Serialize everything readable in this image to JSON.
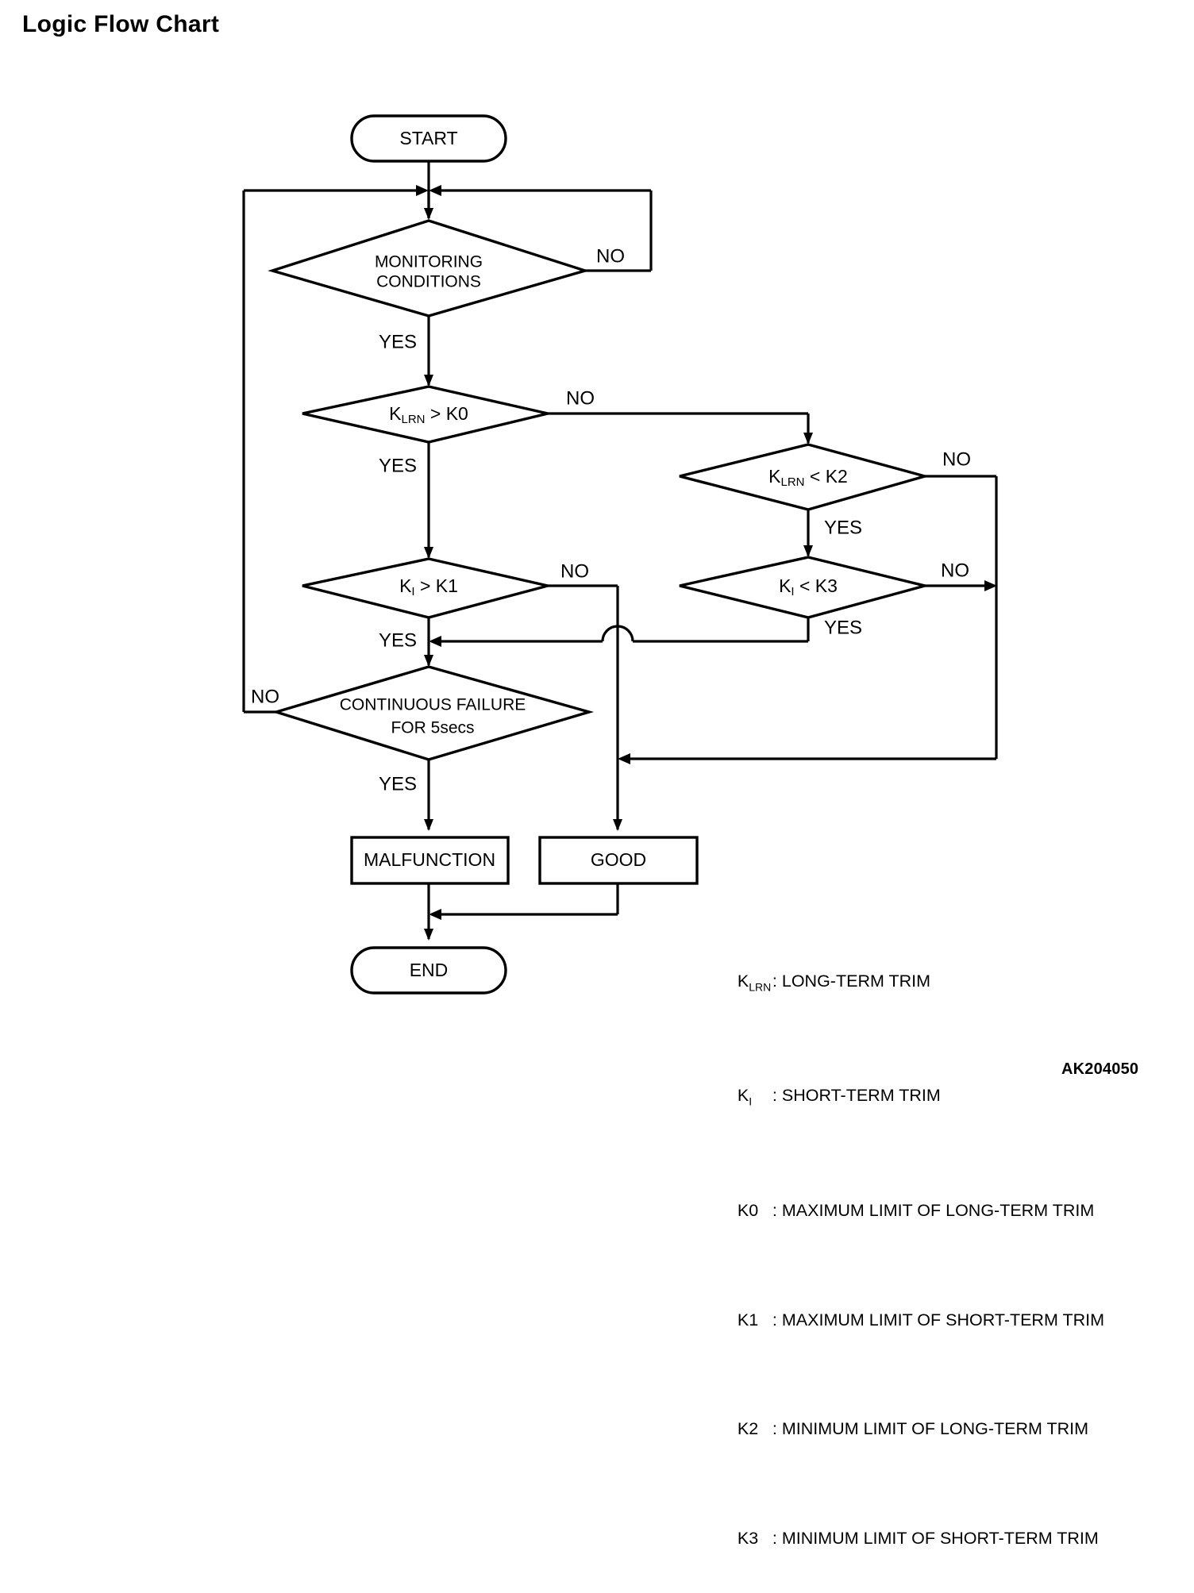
{
  "page": {
    "title": "Logic Flow Chart",
    "doc_code": "AK204050"
  },
  "chart_data": {
    "type": "flowchart",
    "title": "Logic Flow Chart",
    "nodes": [
      {
        "id": "start",
        "shape": "terminator",
        "label": "START"
      },
      {
        "id": "monitoring",
        "shape": "decision",
        "label_line1": "MONITORING",
        "label_line2": "CONDITIONS"
      },
      {
        "id": "klrn_gt_k0",
        "shape": "decision",
        "label_main": "K",
        "label_sub": "LRN",
        "label_rest": " > K0"
      },
      {
        "id": "ki_gt_k1",
        "shape": "decision",
        "label_main": "K",
        "label_sub": "I",
        "label_rest": " > K1"
      },
      {
        "id": "klrn_lt_k2",
        "shape": "decision",
        "label_main": "K",
        "label_sub": "LRN",
        "label_rest": " < K2"
      },
      {
        "id": "ki_lt_k3",
        "shape": "decision",
        "label_main": "K",
        "label_sub": "I",
        "label_rest": " < K3"
      },
      {
        "id": "cont_failure",
        "shape": "decision",
        "label_line1": "CONTINUOUS FAILURE",
        "label_line2": "FOR 5secs"
      },
      {
        "id": "malfunction",
        "shape": "process",
        "label": "MALFUNCTION"
      },
      {
        "id": "good",
        "shape": "process",
        "label": "GOOD"
      },
      {
        "id": "end",
        "shape": "terminator",
        "label": "END"
      }
    ],
    "edges": [
      {
        "from": "start",
        "to": "monitoring",
        "label": ""
      },
      {
        "from": "monitoring",
        "to": "monitoring",
        "label": "NO"
      },
      {
        "from": "monitoring",
        "to": "klrn_gt_k0",
        "label": "YES"
      },
      {
        "from": "klrn_gt_k0",
        "to": "klrn_lt_k2",
        "label": "NO"
      },
      {
        "from": "klrn_gt_k0",
        "to": "ki_gt_k1",
        "label": "YES"
      },
      {
        "from": "klrn_lt_k2",
        "to": "good",
        "label": "NO"
      },
      {
        "from": "klrn_lt_k2",
        "to": "ki_lt_k3",
        "label": "YES"
      },
      {
        "from": "ki_gt_k1",
        "to": "good",
        "label": "NO"
      },
      {
        "from": "ki_gt_k1",
        "to": "cont_failure",
        "label": "YES"
      },
      {
        "from": "ki_lt_k3",
        "to": "good",
        "label": "NO"
      },
      {
        "from": "ki_lt_k3",
        "to": "cont_failure",
        "label": "YES"
      },
      {
        "from": "cont_failure",
        "to": "monitoring",
        "label": "NO"
      },
      {
        "from": "cont_failure",
        "to": "malfunction",
        "label": "YES"
      },
      {
        "from": "malfunction",
        "to": "end",
        "label": ""
      },
      {
        "from": "good",
        "to": "end",
        "label": ""
      }
    ],
    "branch_labels": {
      "monitoring_no": "NO",
      "monitoring_yes": "YES",
      "klrn_gt_k0_no": "NO",
      "klrn_gt_k0_yes": "YES",
      "klrn_lt_k2_no": "NO",
      "klrn_lt_k2_yes": "YES",
      "ki_gt_k1_no": "NO",
      "ki_gt_k1_yes": "YES",
      "ki_lt_k3_no": "NO",
      "ki_lt_k3_yes": "YES",
      "cont_failure_no": "NO",
      "cont_failure_yes": "YES"
    }
  },
  "legend": {
    "rows": [
      {
        "key": "K",
        "key_sub": "LRN",
        "sep": ":",
        "text": "LONG-TERM TRIM"
      },
      {
        "key": "K",
        "key_sub": "I",
        "sep": ":",
        "text": "SHORT-TERM TRIM"
      },
      {
        "key": "K0",
        "key_sub": "",
        "sep": ":",
        "text": "MAXIMUM LIMIT OF LONG-TERM TRIM"
      },
      {
        "key": "K1",
        "key_sub": "",
        "sep": ":",
        "text": "MAXIMUM LIMIT OF SHORT-TERM TRIM"
      },
      {
        "key": "K2",
        "key_sub": "",
        "sep": ":",
        "text": "MINIMUM LIMIT OF LONG-TERM TRIM"
      },
      {
        "key": "K3",
        "key_sub": "",
        "sep": ":",
        "text": "MINIMUM LIMIT OF SHORT-TERM TRIM"
      }
    ]
  },
  "colors": {
    "stroke": "#000000",
    "background": "#ffffff",
    "text": "#000000"
  }
}
